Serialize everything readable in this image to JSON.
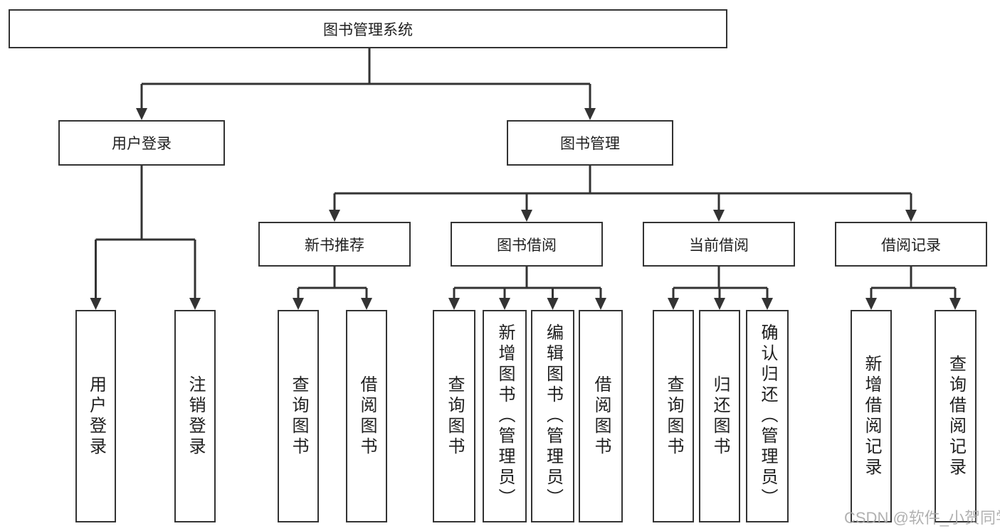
{
  "diagram_title": "图书管理系统",
  "watermark": "CSDN @软件_小贺同学",
  "colors": {
    "line": "#333333",
    "box_border": "#333333",
    "text": "#1f1f1f",
    "background": "#ffffff",
    "watermark": "#a8a8a8"
  },
  "tree": {
    "label": "图书管理系统",
    "children": [
      {
        "label": "用户登录",
        "children": [
          {
            "label": "用户登录"
          },
          {
            "label": "注销登录"
          }
        ]
      },
      {
        "label": "图书管理",
        "children": [
          {
            "label": "新书推荐",
            "children": [
              {
                "label": "查询图书"
              },
              {
                "label": "借阅图书"
              }
            ]
          },
          {
            "label": "图书借阅",
            "children": [
              {
                "label": "查询图书"
              },
              {
                "label": "新增图书（管理员）"
              },
              {
                "label": "编辑图书（管理员）"
              },
              {
                "label": "借阅图书"
              }
            ]
          },
          {
            "label": "当前借阅",
            "children": [
              {
                "label": "查询图书"
              },
              {
                "label": "归还图书"
              },
              {
                "label": "确认归还（管理员）"
              }
            ]
          },
          {
            "label": "借阅记录",
            "children": [
              {
                "label": "新增借阅记录"
              },
              {
                "label": "查询借阅记录"
              }
            ]
          }
        ]
      }
    ]
  }
}
